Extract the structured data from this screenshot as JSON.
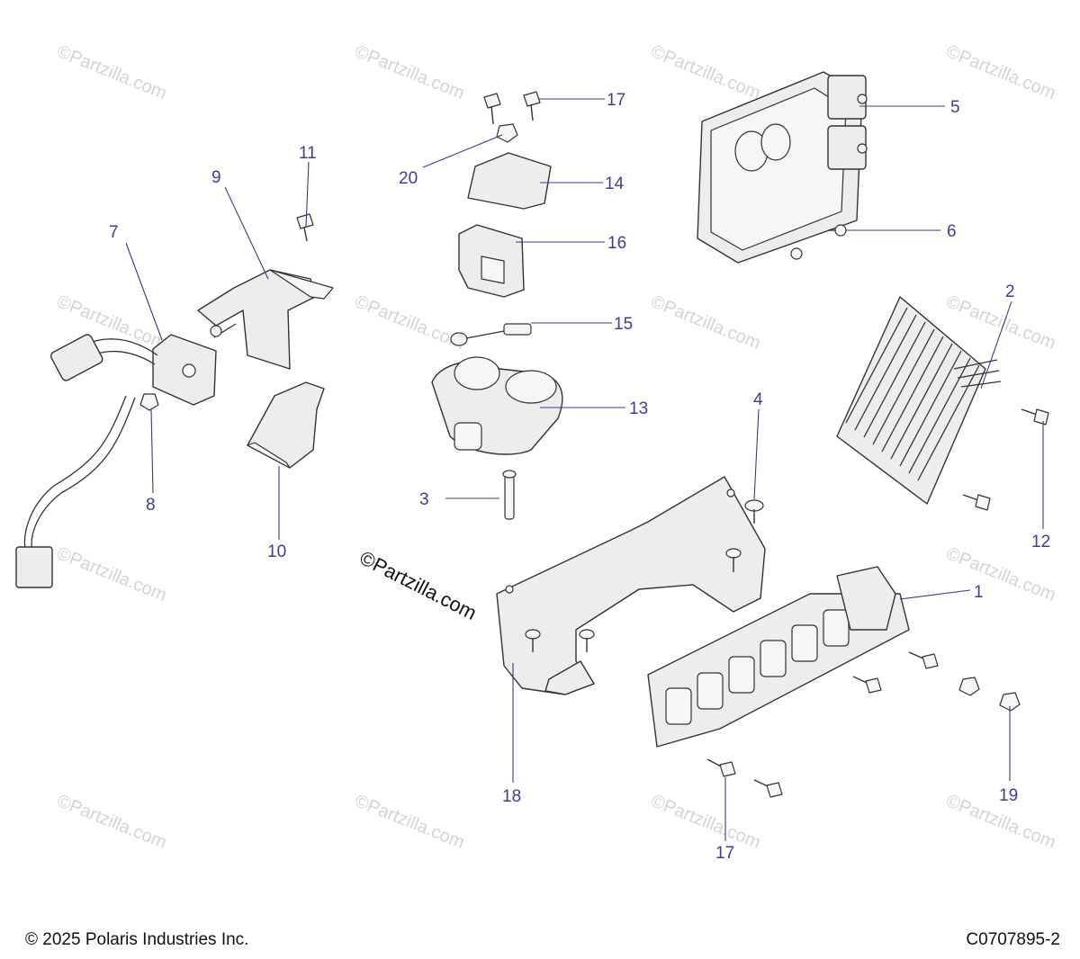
{
  "watermark": "©Partzilla.com",
  "center_watermark": "©Partzilla.com",
  "callouts": {
    "c1": "1",
    "c2": "2",
    "c3": "3",
    "c4": "4",
    "c5": "5",
    "c6": "6",
    "c7": "7",
    "c8": "8",
    "c9": "9",
    "c10": "10",
    "c11": "11",
    "c12": "12",
    "c13": "13",
    "c14": "14",
    "c15": "15",
    "c16": "16",
    "c17a": "17",
    "c17b": "17",
    "c18": "18",
    "c19": "19",
    "c20": "20"
  },
  "footer": {
    "copyright": "© 2025 Polaris Industries Inc.",
    "diagram_code": "C0707895-2"
  }
}
